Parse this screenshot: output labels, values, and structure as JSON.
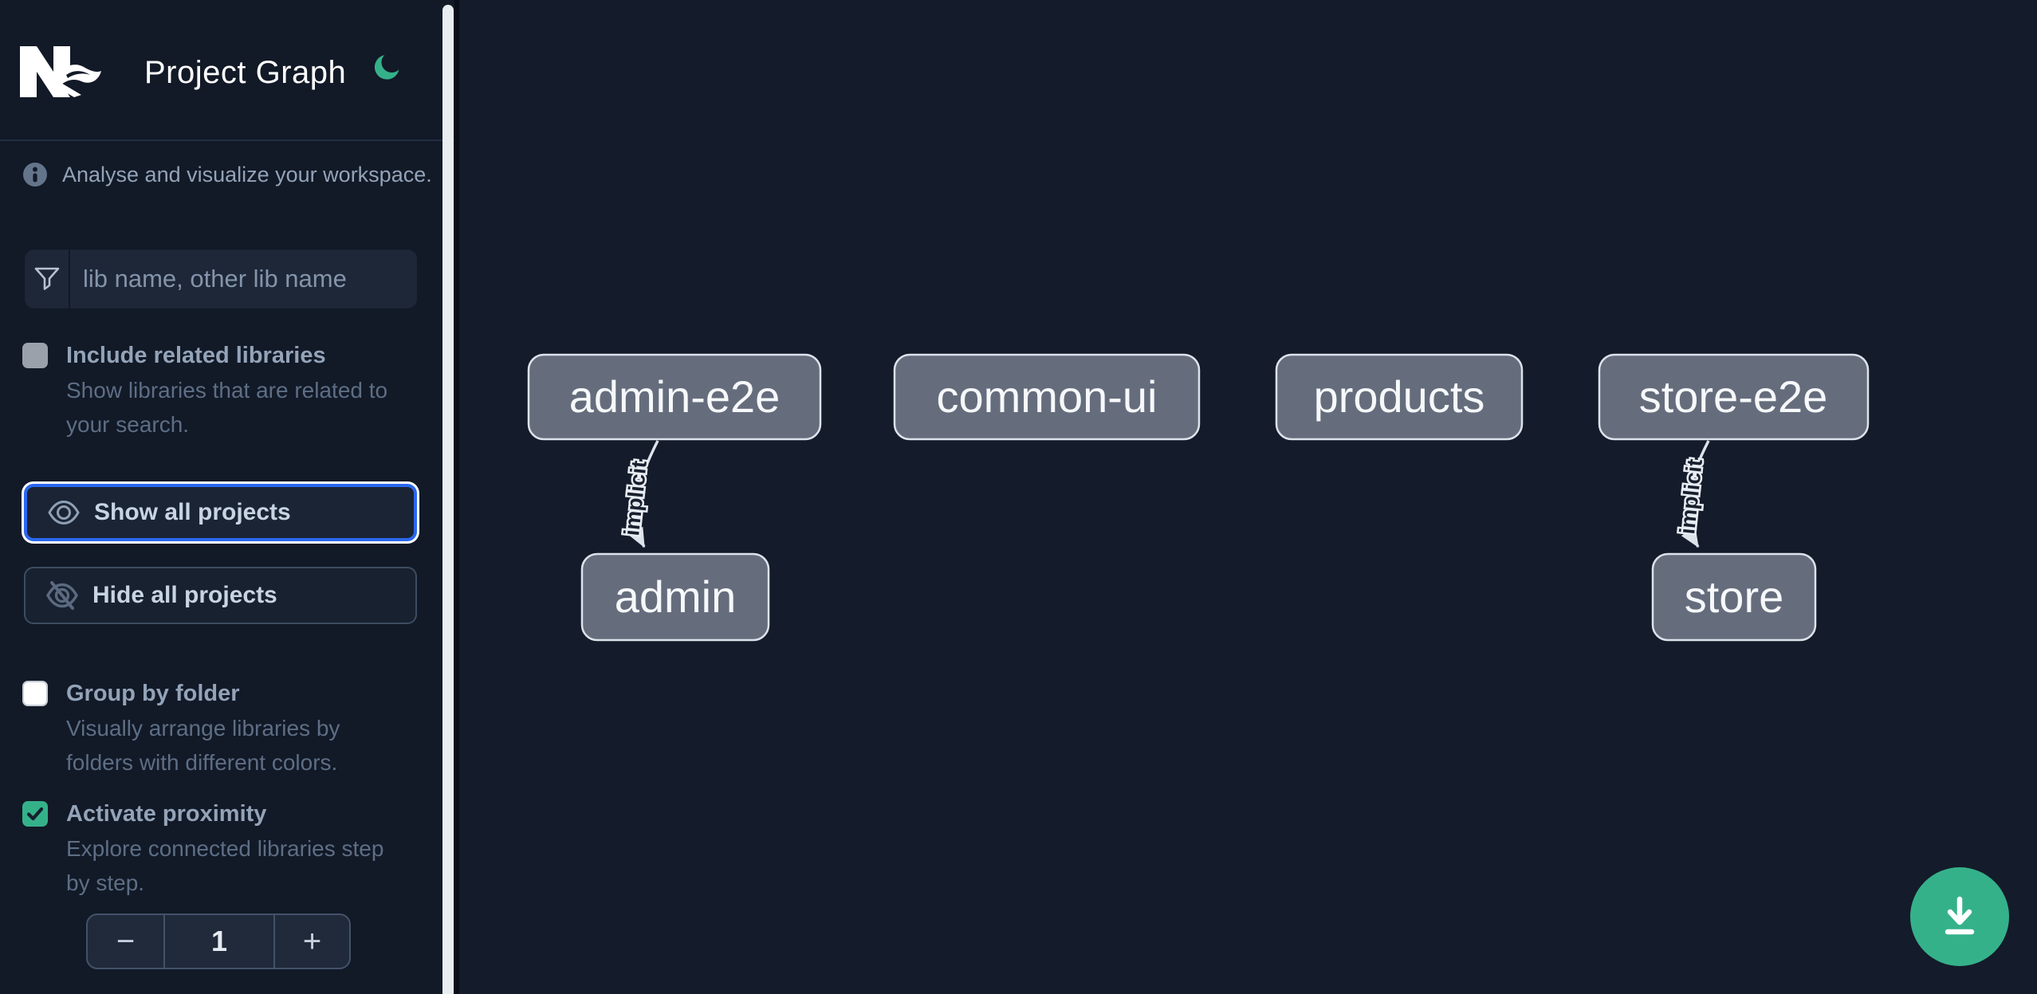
{
  "header": {
    "title": "Project Graph"
  },
  "sidebar": {
    "tagline": "Analyse and visualize your workspace.",
    "filter_placeholder": "lib name, other lib name",
    "toggles": [
      {
        "label": "Include related libraries",
        "desc_line1": "Show libraries that are related to",
        "desc_line2": "your search.",
        "checked": false
      },
      {
        "label": "Group by folder",
        "desc_line1": "Visually arrange libraries by",
        "desc_line2": "folders with different colors.",
        "checked": false
      },
      {
        "label": "Activate proximity",
        "desc_line1": "Explore connected libraries step",
        "desc_line2": "by step.",
        "checked": true
      }
    ],
    "show_all_label": "Show all projects",
    "hide_all_label": "Hide all projects",
    "stepper": {
      "decrease_label": "−",
      "value": "1",
      "increase_label": "+"
    }
  },
  "graph": {
    "nodes": [
      {
        "label": "admin-e2e"
      },
      {
        "label": "common-ui"
      },
      {
        "label": "products"
      },
      {
        "label": "store-e2e"
      },
      {
        "label": "admin"
      },
      {
        "label": "store"
      }
    ],
    "edges": [
      {
        "source": "admin-e2e",
        "target": "admin",
        "label": "implicit"
      },
      {
        "source": "store-e2e",
        "target": "store",
        "label": "implicit"
      }
    ]
  },
  "colors": {
    "accent_green": "#35b18a",
    "focus_blue": "#2b67ee",
    "node_fill": "#656d7d",
    "background": "#141b2a"
  }
}
